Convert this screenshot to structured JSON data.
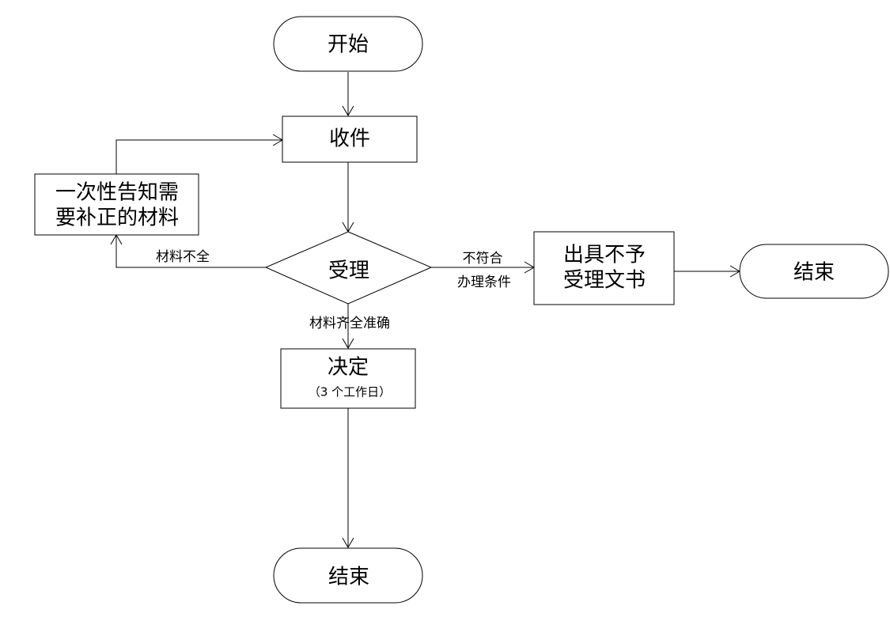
{
  "nodes": {
    "start": "开始",
    "receive": "收件",
    "notify_line1": "一次性告知需",
    "notify_line2": "要补正的材料",
    "accept": "受理",
    "reject_line1": "出具不予",
    "reject_line2": "受理文书",
    "end_right": "结束",
    "decide": "决定",
    "decide_note": "（3 个工作日）",
    "end_bottom": "结束"
  },
  "edges": {
    "incomplete": "材料不全",
    "not_eligible_line1": "不符合",
    "not_eligible_line2": "办理条件",
    "complete": "材料齐全准确"
  }
}
